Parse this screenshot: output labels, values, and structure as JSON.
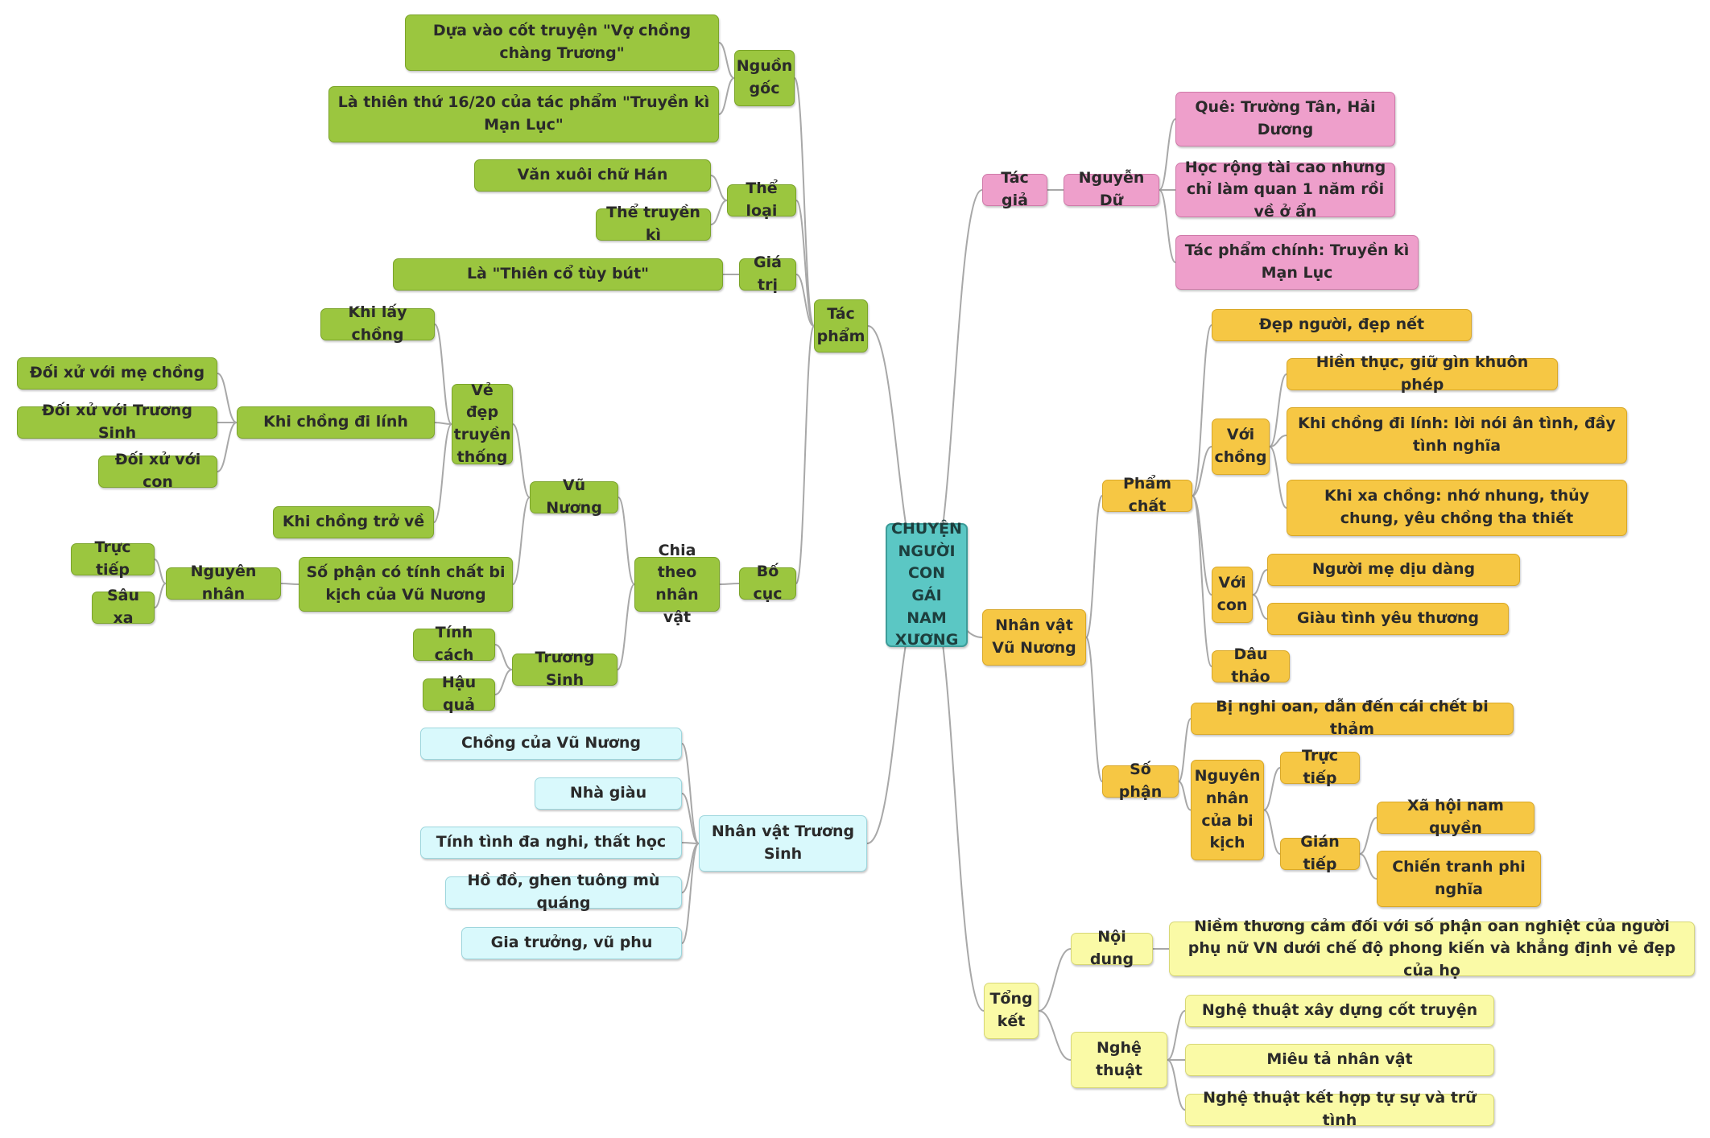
{
  "root": "CHUYỆN NGƯỜI CON GÁI NAM XƯƠNG",
  "tac_pham": {
    "label": "Tác phẩm",
    "nguon_goc": "Nguồn gốc",
    "nguon_goc_1": "Dựa vào cốt truyện \"Vợ chồng chàng Trương\"",
    "nguon_goc_2": "Là thiên thứ 16/20 của tác phẩm \"Truyền kì Mạn Lục\"",
    "the_loai": "Thể loại",
    "the_loai_1": "Văn xuôi chữ Hán",
    "the_loai_2": "Thể truyền kì",
    "gia_tri": "Giá trị",
    "gia_tri_1": "Là \"Thiên cổ tùy bút\"",
    "bo_cuc": "Bố cục",
    "chia_theo": "Chia theo nhân vật",
    "vu_nuong": "Vũ Nương",
    "ve_dep": "Vẻ đẹp truyền thống",
    "khi_lay_chong": "Khi lấy chồng",
    "khi_chong_di_linh": "Khi chồng đi lính",
    "doi_xu_me": "Đối xử với mẹ chồng",
    "doi_xu_truong_sinh": "Đối xử với Trương Sinh",
    "doi_xu_con": "Đối xử với con",
    "khi_chong_tro_ve": "Khi chồng trở về",
    "so_phan": "Số phận có tính chất bi kịch của Vũ Nương",
    "nguyen_nhan": "Nguyên nhân",
    "truc_tiep": "Trực tiếp",
    "sau_xa": "Sâu xa",
    "truong_sinh": "Trương Sinh",
    "tinh_cach": "Tính cách",
    "hau_qua": "Hậu quả"
  },
  "truong_sinh_char": {
    "label": "Nhân vật Trương Sinh",
    "items": [
      "Chồng của Vũ Nương",
      "Nhà giàu",
      "Tính tình đa nghi, thất học",
      "Hồ đồ, ghen tuông mù quáng",
      "Gia trưởng, vũ phu"
    ]
  },
  "tac_gia": {
    "label": "Tác giả",
    "name": "Nguyễn Dữ",
    "items": [
      "Quê: Trường Tân, Hải Dương",
      "Học rộng tài cao nhưng chỉ làm quan 1 năm rồi về ở ẩn",
      "Tác phẩm chính: Truyền kì Mạn Lục"
    ]
  },
  "vu_nuong_char": {
    "label": "Nhân vật Vũ Nương",
    "pham_chat": "Phẩm chất",
    "dep_nguoi": "Đẹp người, đẹp nết",
    "voi_chong": "Với chồng",
    "voi_chong_items": [
      "Hiền thục, giữ gìn khuôn phép",
      "Khi chồng đi lính: lời nói ân tình, đầy tình nghĩa",
      "Khi xa chồng: nhớ nhung, thủy chung, yêu chồng tha thiết"
    ],
    "voi_con": "Với con",
    "voi_con_items": [
      "Người mẹ dịu dàng",
      "Giàu tình yêu thương"
    ],
    "dau_thao": "Dâu thảo",
    "so_phan": "Số phận",
    "bi_nghi_oan": "Bị nghi oan, dẫn đến cái chết bi thảm",
    "nguyen_nhan": "Nguyên nhân của bi kịch",
    "truc_tiep": "Trực tiếp",
    "gian_tiep": "Gián tiếp",
    "xa_hoi": "Xã hội nam quyền",
    "chien_tranh": "Chiến tranh phi nghĩa"
  },
  "tong_ket": {
    "label": "Tổng kết",
    "noi_dung": "Nội dung",
    "noi_dung_text": "Niềm thương cảm đối với số phận oan nghiệt của người phụ nữ VN dưới chế độ phong kiến và khẳng định vẻ đẹp của họ",
    "nghe_thuat": "Nghệ thuật",
    "nghe_thuat_items": [
      "Nghệ thuật xây dựng cốt truyện",
      "Miêu tả nhân vật",
      "Nghệ thuật kết hợp tự sự và trữ tình"
    ]
  }
}
